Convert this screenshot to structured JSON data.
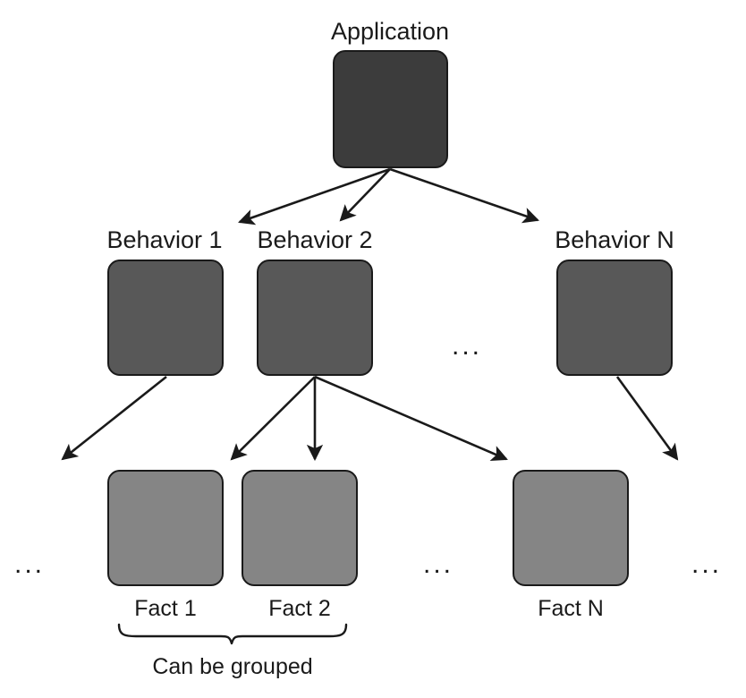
{
  "diagram": {
    "title_hidden": "Application behavior fact hierarchy",
    "colors": {
      "application_fill": "#3c3c3c",
      "behavior_fill": "#585858",
      "fact_fill": "#858585",
      "stroke": "#1a1a1a",
      "background": "#ffffff",
      "text": "#1a1a1a"
    },
    "levels": {
      "application": {
        "label": "Application",
        "label_position": "above"
      },
      "behaviors": {
        "label_position": "above",
        "nodes": [
          {
            "label": "Behavior 1"
          },
          {
            "label": "Behavior 2"
          },
          {
            "label": "Behavior N"
          }
        ],
        "ellipsis": "..."
      },
      "facts": {
        "label_position": "below",
        "nodes": [
          {
            "label": "Fact 1"
          },
          {
            "label": "Fact 2"
          },
          {
            "label": "Fact N"
          }
        ],
        "ellipsis_left": "...",
        "ellipsis_middle": "...",
        "ellipsis_right": "..."
      }
    },
    "annotation": {
      "brace_caption": "Can be grouped",
      "brace_spans": [
        "Fact 1",
        "Fact 2"
      ]
    },
    "edges": {
      "application_to_behaviors": 3,
      "behavior1_to_facts": 1,
      "behavior2_to_facts": 3,
      "behaviorN_to_facts": 1
    }
  }
}
